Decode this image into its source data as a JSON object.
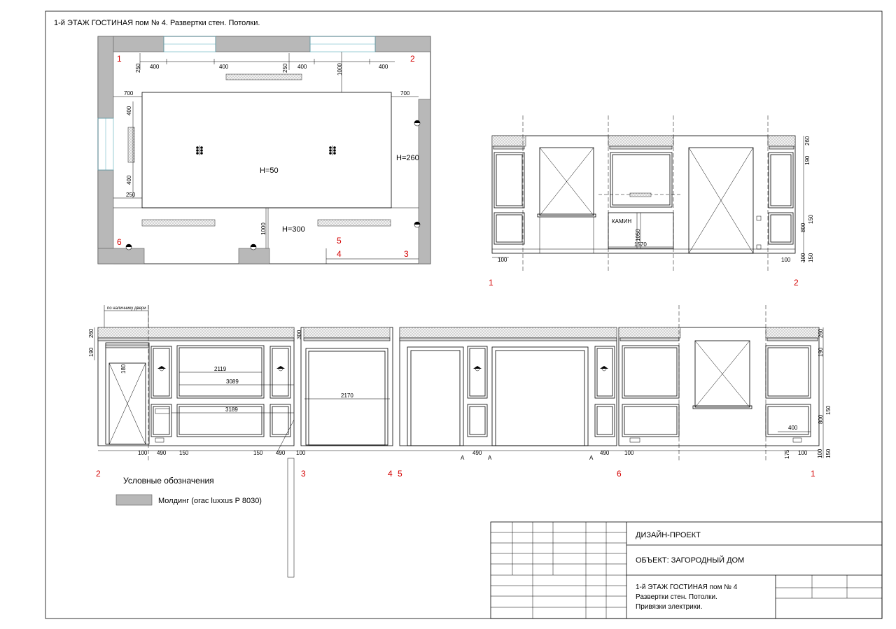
{
  "sheet_title": "1-й ЭТАЖ  ГОСТИНАЯ пом  № 4. Развертки стен. Потолки.",
  "plan": {
    "corner_labels": [
      "1",
      "2",
      "3",
      "4",
      "5",
      "6"
    ],
    "dims_top": [
      "250",
      "400",
      "400",
      "250",
      "400",
      "400",
      "1000"
    ],
    "dims_side": [
      "700",
      "700",
      "400",
      "400",
      "250"
    ],
    "dims_bottom": [
      "1000"
    ],
    "heights": [
      "H=50",
      "H=260",
      "H=300"
    ]
  },
  "elev1": {
    "dims": [
      "260",
      "190",
      "800",
      "150",
      "1050",
      "1570",
      "100",
      "100",
      "100",
      "150"
    ],
    "label_fireplace": "КАМИН",
    "wall_labels": [
      "1",
      "2"
    ]
  },
  "elev2": {
    "note": "по наличнику двери",
    "dims_left": [
      "260",
      "190",
      "180",
      "300"
    ],
    "dims_inner": [
      "2119",
      "3089",
      "3189",
      "2170"
    ],
    "dims_bottom": [
      "100",
      "490",
      "150",
      "150",
      "490",
      "100",
      "490",
      "490",
      "100",
      "175",
      "100",
      "100",
      "150"
    ],
    "dims_right": [
      "260",
      "190",
      "800",
      "150",
      "400"
    ],
    "marks_a": [
      "A",
      "A",
      "A"
    ],
    "wall_labels": [
      "2",
      "3",
      "4",
      "5",
      "6",
      "1"
    ]
  },
  "legend": {
    "title": "Условные обозначения",
    "item": "Молдинг (orac luxxus P 8030)"
  },
  "titleblock": {
    "project": "ДИЗАЙН-ПРОЕКТ",
    "object": "ОБЪЕКТ: ЗАГОРОДНЫЙ ДОМ",
    "sheet_line1": "1-й ЭТАЖ  ГОСТИНАЯ пом  № 4",
    "sheet_line2": "Развертки стен. Потолки.",
    "sheet_line3": "Привязки электрики."
  }
}
